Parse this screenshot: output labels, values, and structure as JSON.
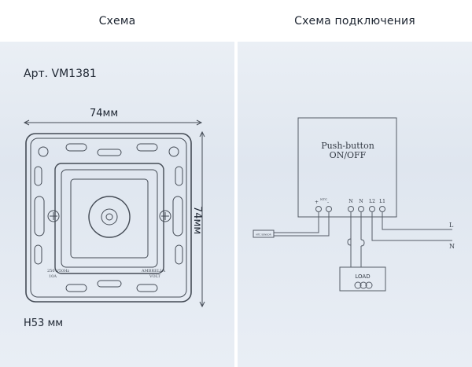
{
  "headers": {
    "left": "Схема",
    "right": "Схема подключения"
  },
  "left_panel": {
    "article": "Арт. VM1381",
    "width_label": "74мм",
    "height_label": "74мм",
    "depth_label": "H53 мм",
    "device_marks": {
      "rating1": "250V/50Hz",
      "rating2": "10A",
      "brand1": "AMBRELLA",
      "brand2": "VOLT"
    }
  },
  "right_panel": {
    "pushbutton_line1": "Push-button",
    "pushbutton_line2": "ON/OFF",
    "terminal_pos": "+",
    "terminal_ntc": "NTC",
    "terminal_neg": "-",
    "terminals": [
      "N",
      "N",
      "L2",
      "L1"
    ],
    "line_L": "L",
    "line_N": "N",
    "load_label": "LOAD",
    "sensor_label": "NTC SENSOR"
  },
  "colors": {
    "panel_bg": "#e3e9f1",
    "text": "#1c2430",
    "line": "#555c66"
  }
}
